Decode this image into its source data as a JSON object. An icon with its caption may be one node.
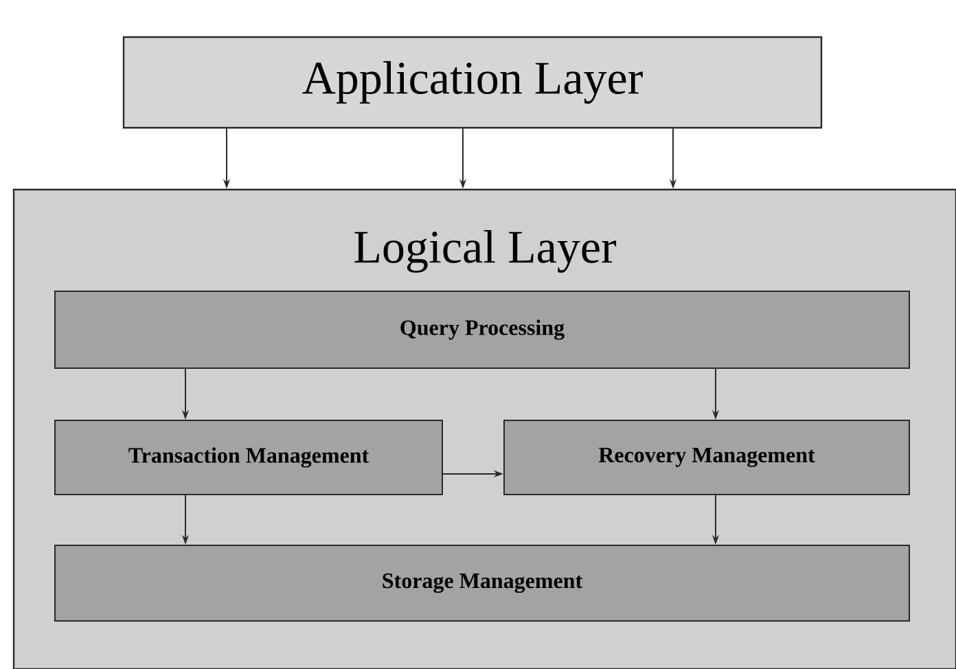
{
  "diagram": {
    "nodes": [
      {
        "text": [
          "Application Layer"
        ]
      },
      {
        "text": [
          "Logical Layer"
        ]
      },
      {
        "text": [
          "Query Processing"
        ],
        "in": 1
      },
      {
        "text": [
          "Transaction Management"
        ],
        "in": 1
      },
      {
        "text": [
          "Recovery Management"
        ],
        "in": 1
      },
      {
        "text": [
          "Storage Management"
        ],
        "in": 1
      }
    ],
    "edges": [
      {
        "from": 0,
        "to": 1,
        "arrow": "to"
      },
      {
        "from": 0,
        "to": 1,
        "arrow": "to"
      },
      {
        "from": 0,
        "to": 1,
        "arrow": "to"
      },
      {
        "from": 2,
        "to": 3,
        "arrow": "to"
      },
      {
        "from": 2,
        "to": 4,
        "arrow": "to"
      },
      {
        "from": 3,
        "to": 4,
        "arrow": "to"
      },
      {
        "from": 3,
        "to": 5,
        "arrow": "to"
      },
      {
        "from": 4,
        "to": 5,
        "arrow": "to"
      }
    ]
  }
}
